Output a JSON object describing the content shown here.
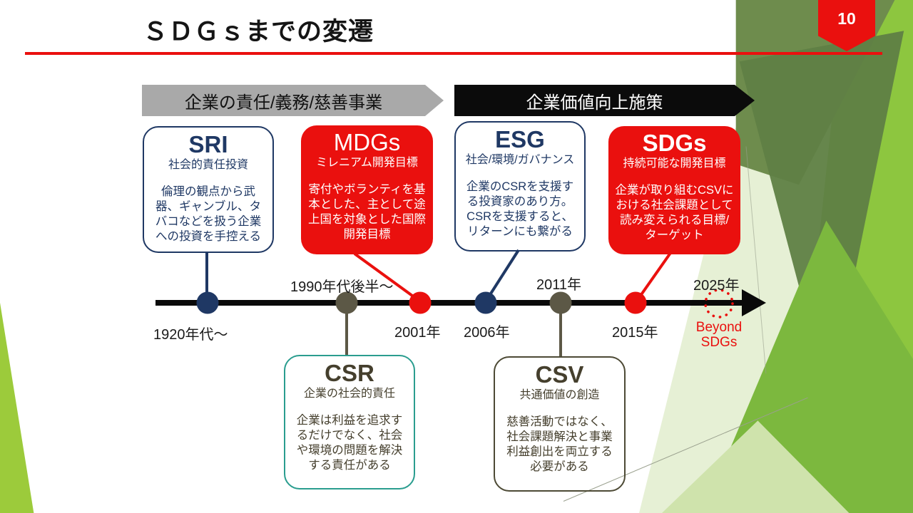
{
  "page_number": "10",
  "title": "ＳＤＧｓまでの変遷",
  "banners": [
    {
      "label": "企業の責任/義務/慈善事業",
      "style": "gray"
    },
    {
      "label": "企業価値向上施策",
      "style": "black"
    }
  ],
  "concepts_top": [
    {
      "title": "SRI",
      "subtitle": "社会的責任投資",
      "body": "倫理の観点から武器、ギャンブル、タバコなどを扱う企業への投資を手控える",
      "variant": "outline-navy"
    },
    {
      "title": "MDGs",
      "subtitle": "ミレニアム開発目標",
      "body": "寄付やボランティを基本とした、主として途上国を対象とした国際開発目標",
      "variant": "fill-red"
    },
    {
      "title": "ESG",
      "subtitle": "社会/環境/ガバナンス",
      "body": "企業のCSRを支援する投資家のあり方。CSRを支援すると、リターンにも繋がる",
      "variant": "outline-navy"
    },
    {
      "title": "SDGs",
      "subtitle": "持続可能な開発目標",
      "body": "企業が取り組むCSVにおける社会課題として読み変えられる目標/ターゲット",
      "variant": "fill-red"
    }
  ],
  "concepts_bottom": [
    {
      "title": "CSR",
      "subtitle": "企業の社会的責任",
      "body": "企業は利益を追求するだけでなく、社会や環境の問題を解決する責任がある",
      "variant": "outline-teal"
    },
    {
      "title": "CSV",
      "subtitle": "共通価値の創造",
      "body": "慈善活動ではなく、社会課題解決と事業利益創出を両立する必要がある",
      "variant": "outline-olive"
    }
  ],
  "timeline": {
    "points": [
      {
        "label": "1920年代～",
        "color": "navy",
        "label_position": "below"
      },
      {
        "label": "1990年代後半～",
        "color": "olive",
        "label_position": "above"
      },
      {
        "label": "2001年",
        "color": "red",
        "label_position": "below"
      },
      {
        "label": "2006年",
        "color": "navy",
        "label_position": "below"
      },
      {
        "label": "2011年",
        "color": "olive",
        "label_position": "above"
      },
      {
        "label": "2015年",
        "color": "red",
        "label_position": "below"
      },
      {
        "label": "2025年",
        "color": "red-dotted",
        "label_position": "above",
        "sub_label": "Beyond SDGs"
      }
    ],
    "beyond_label": "Beyond SDGs"
  },
  "colors": {
    "red": "#EA100E",
    "navy": "#1F3864",
    "olive": "#5C5846",
    "teal": "#2A9D8F",
    "csv-border": "#4D4A35",
    "dark-olive-text": "#453F2D",
    "gray-banner": "#A9A9A9",
    "black-banner": "#0B0B0B",
    "g-dark": "#6E8C4D",
    "g-darkv": "#5F7F45",
    "g-mid": "#7CB83E",
    "g-bright": "#8DC63F",
    "g-pale": "#E6F0D5",
    "g-pale2": "#CFE3AC",
    "g-wedge": "#9CCB3B"
  }
}
